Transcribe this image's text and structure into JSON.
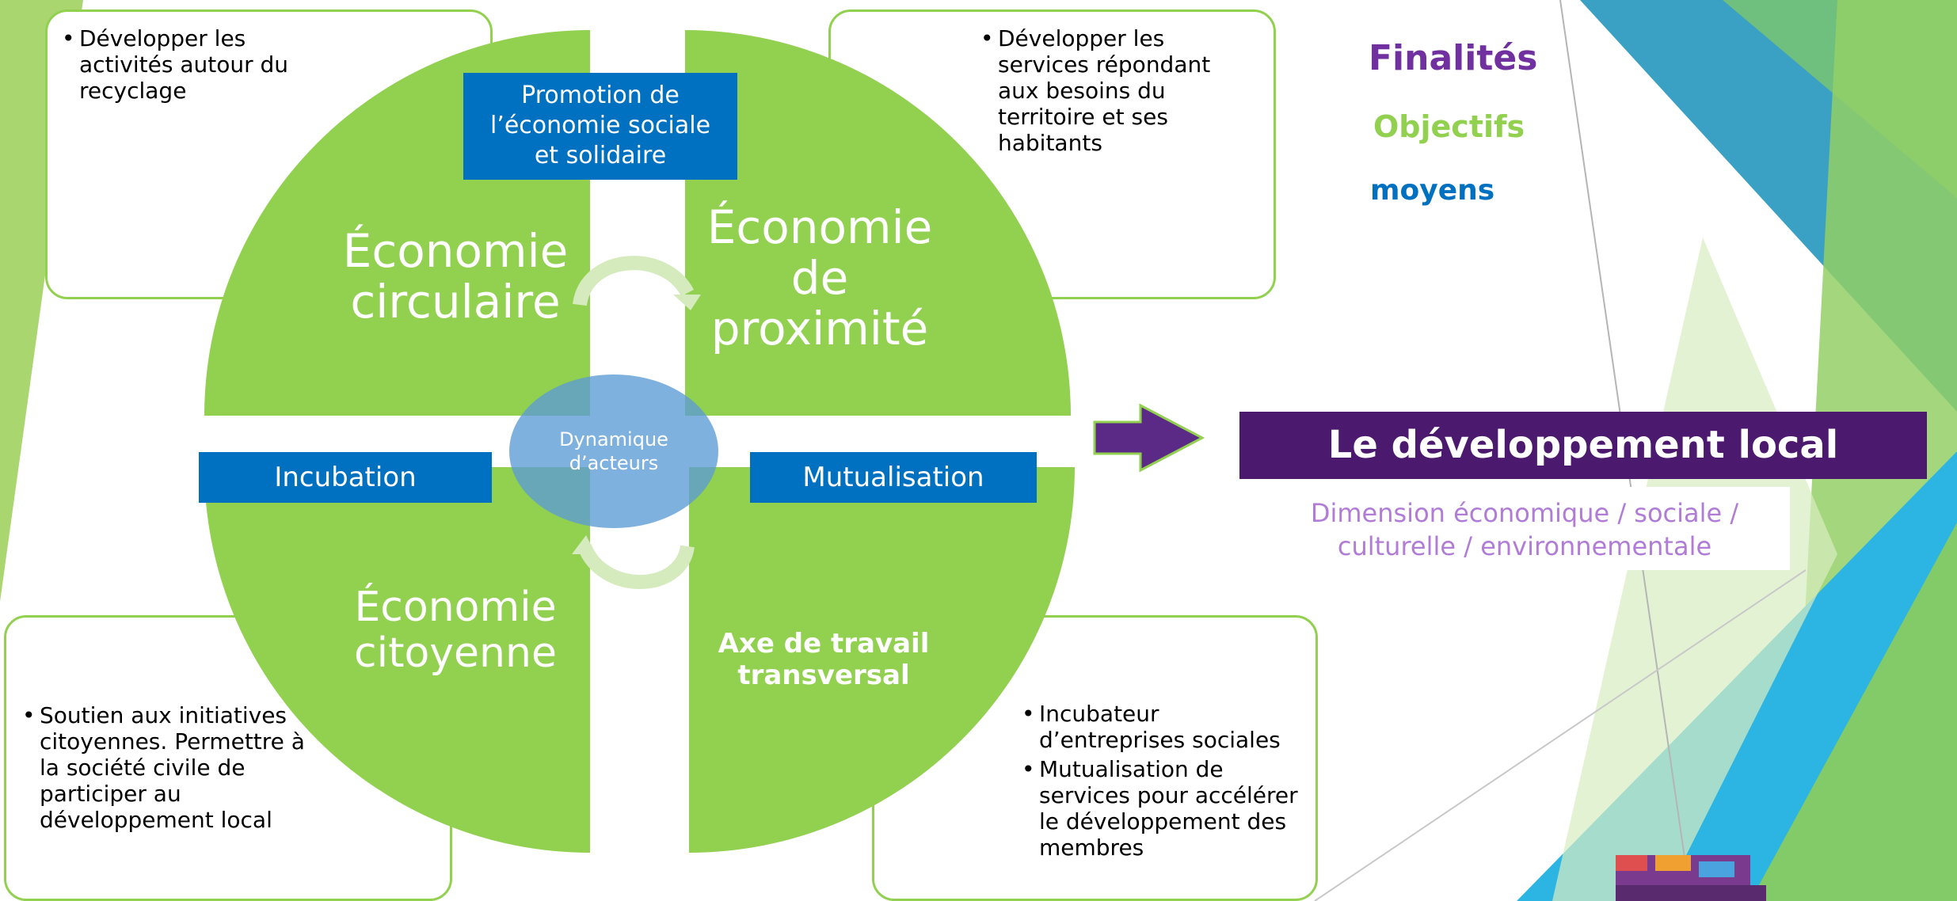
{
  "colors": {
    "green": "#92d050",
    "blue": "#0070c0",
    "purple": "#7030a0",
    "dark_purple": "#4b1a6e",
    "light_purple": "#b07cd6",
    "ellipse": "#5b9bd5"
  },
  "boxes": {
    "top_left": {
      "items": [
        "Développer les activités autour du recyclage"
      ]
    },
    "top_right": {
      "items": [
        "Développer les services répondant aux besoins du territoire et ses habitants"
      ]
    },
    "bottom_left": {
      "items": [
        "Soutien aux initiatives citoyennes. Permettre à la société civile de participer au développement local"
      ]
    },
    "bottom_right": {
      "items": [
        "Incubateur d’entreprises sociales",
        "Mutualisation de services pour accélérer le développement des membres"
      ]
    }
  },
  "quadrants": {
    "top_left": {
      "line1": "Économie",
      "line2": "circulaire"
    },
    "top_right": {
      "line1": "Économie",
      "line2": "de",
      "line3": "proximité"
    },
    "bottom_left": {
      "line1": "Économie",
      "line2": "citoyenne"
    },
    "bottom_right": {
      "line1": "Axe de travail",
      "line2": "transversal"
    }
  },
  "labels": {
    "promotion": {
      "line1": "Promotion de",
      "line2": "l’économie sociale",
      "line3": "et solidaire"
    },
    "incubation": "Incubation",
    "mutualisation": "Mutualisation",
    "dynamique": {
      "line1": "Dynamique",
      "line2": "d’acteurs"
    }
  },
  "legend": {
    "finalites": "Finalités",
    "objectifs": "Objectifs",
    "moyens": "moyens"
  },
  "goal": {
    "title": "Le développement local durable",
    "subtitle_line1": "Dimension économique / sociale /",
    "subtitle_line2": "culturelle / environnementale"
  }
}
